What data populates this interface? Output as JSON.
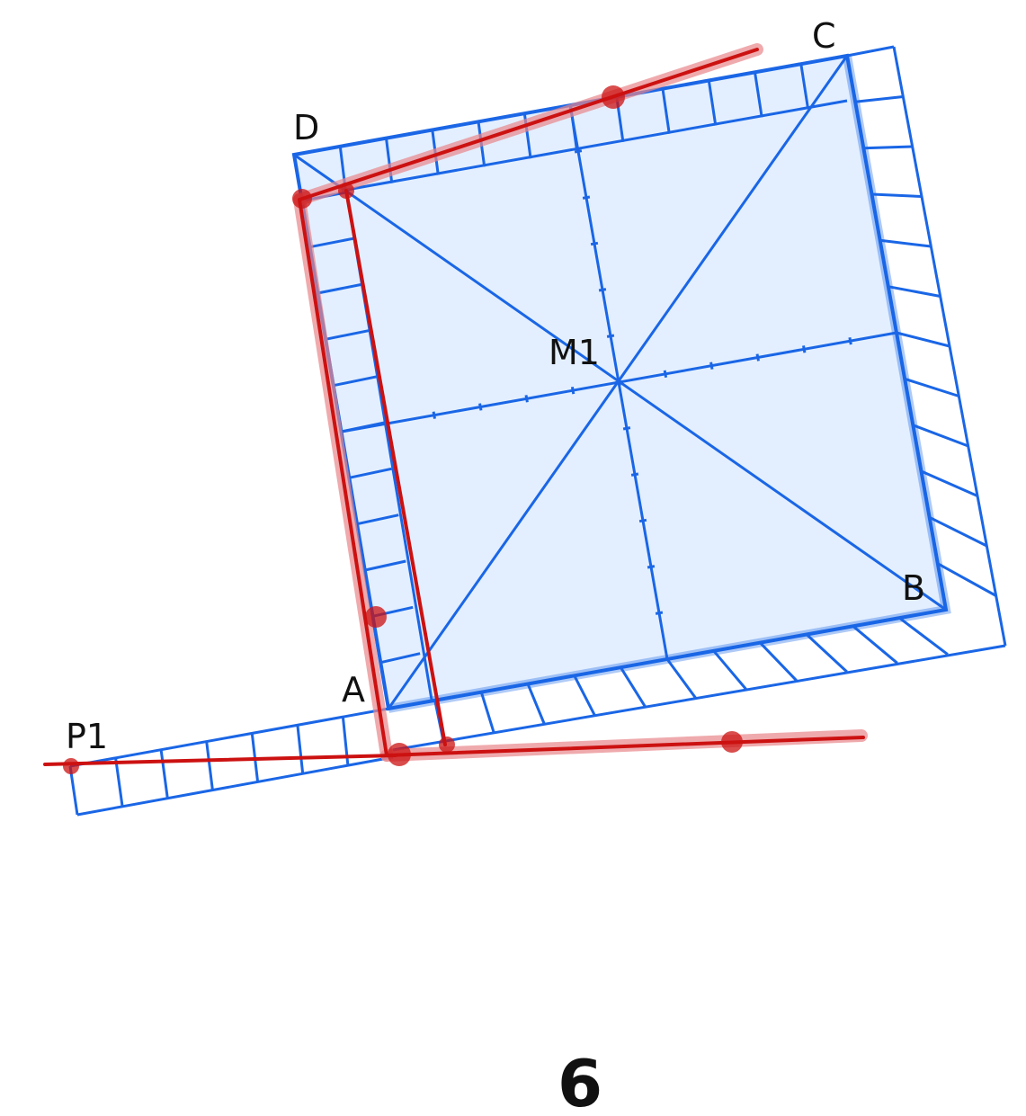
{
  "colors": {
    "blue": "#1a66e6",
    "blue_fill": "#e3efff",
    "red": "#cc1111",
    "red_halo": "#e8868a"
  },
  "labels": {
    "A": "A",
    "B": "B",
    "C": "C",
    "D": "D",
    "M1": "M1",
    "P1": "P1"
  },
  "figure_number": "6"
}
